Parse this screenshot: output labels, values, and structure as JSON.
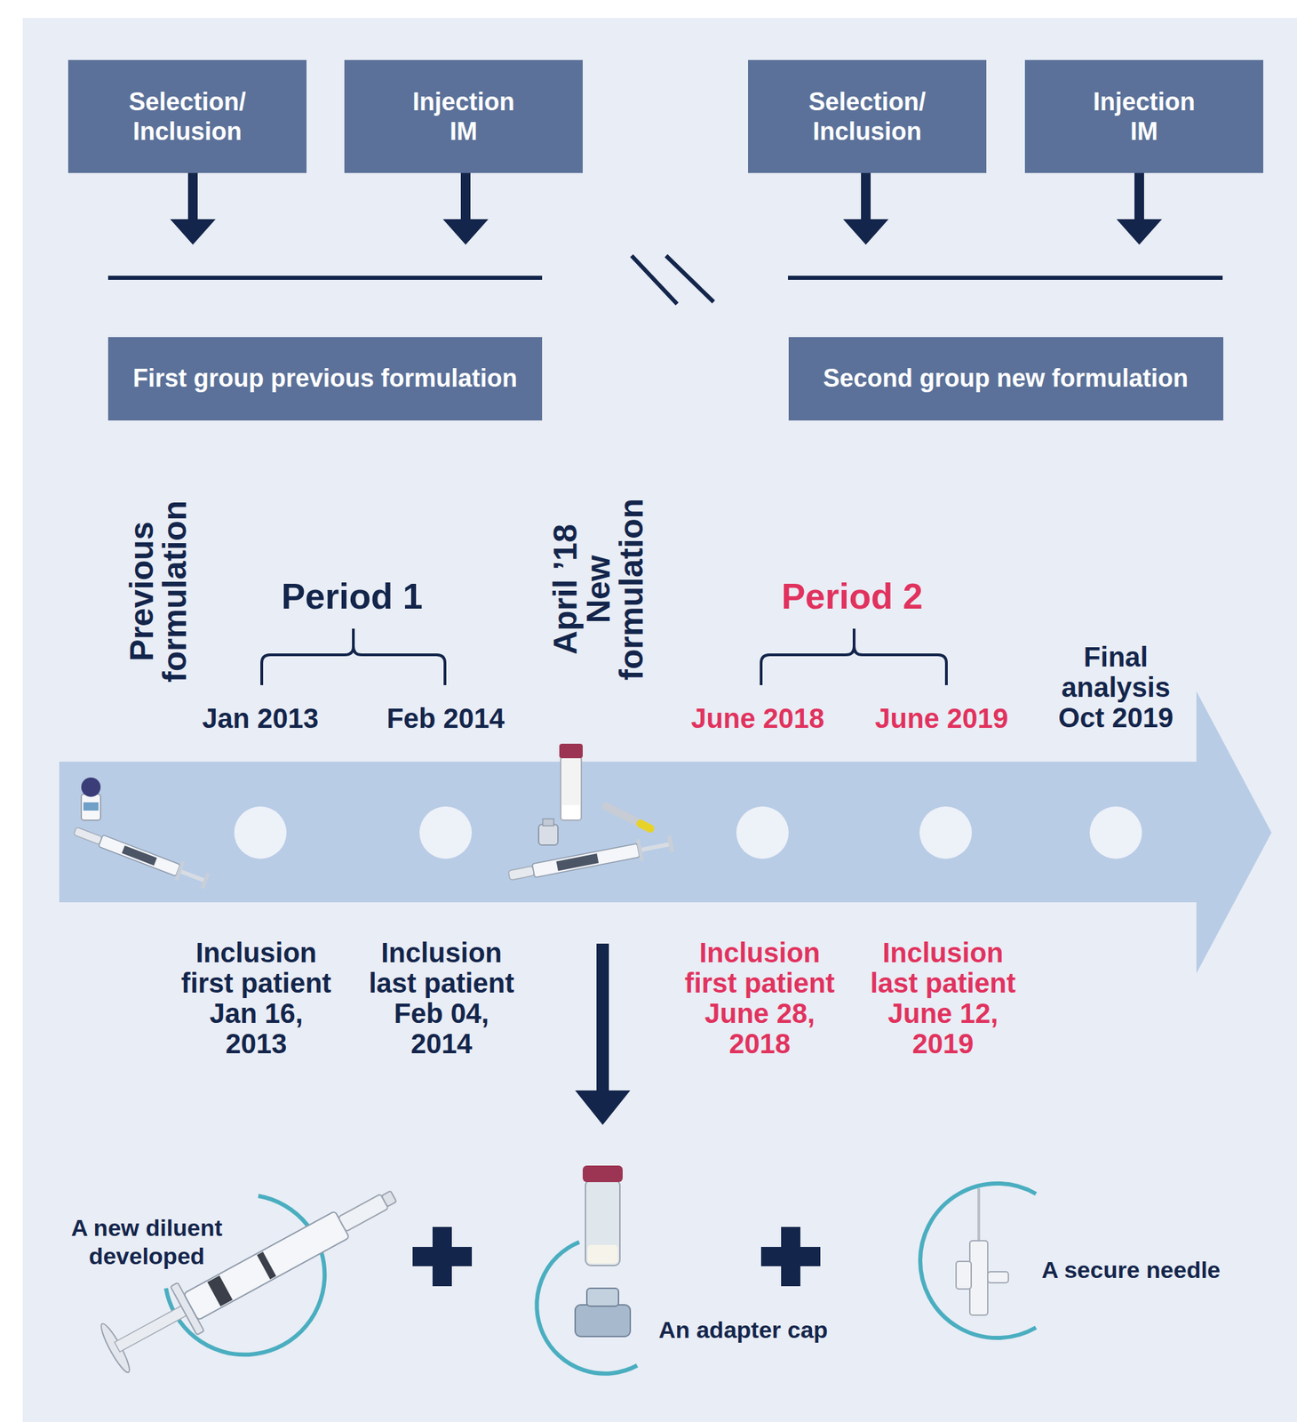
{
  "diagram": {
    "nodes": [
      {
        "text": [
          "Selection/ Inclusion"
        ]
      },
      {
        "text": [
          "Injection IM"
        ]
      },
      {
        "text": [
          "Selection/ Inclusion"
        ]
      },
      {
        "text": [
          "Injection IM"
        ]
      },
      {
        "text": [
          "First group previous formulation"
        ]
      },
      {
        "text": [
          "Second group new formulation"
        ]
      }
    ],
    "labels": [
      "Previous formulation",
      "Period 1",
      "April ’18 New formulation",
      "Period 2",
      "Jan 2013",
      "Feb 2014",
      "June 2018",
      "June 2019",
      "Final analysis Oct 2019",
      "Inclusion first patient Jan 16, 2013",
      "Inclusion last patient Feb 04, 2014",
      "Inclusion first patient June 28, 2018",
      "Inclusion last patient June 12, 2019",
      "A new diluent developed",
      "An adapter cap",
      "A secure needle"
    ]
  }
}
